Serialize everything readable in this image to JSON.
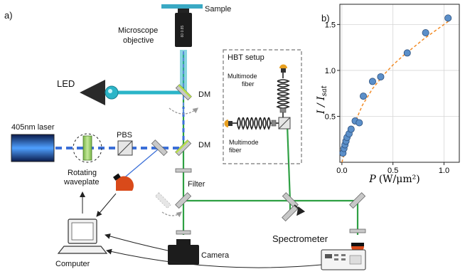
{
  "panels": {
    "a": "a)",
    "b": "b)"
  },
  "setup": {
    "sample": "Sample",
    "objective_line1": "Microscope",
    "objective_line2": "objective",
    "objective_marking": "60 0.85",
    "led": "LED",
    "dm_top": "DM",
    "dm_bottom": "DM",
    "laser": "405nm laser",
    "pbs": "PBS",
    "waveplate_line1": "Rotating",
    "waveplate_line2": "waveplate",
    "filter": "Filter",
    "camera": "Camera",
    "computer": "Computer",
    "spectrometer": "Spectrometer",
    "hbt_title": "HBT setup",
    "mmf_top_line1": "Multimode",
    "mmf_top_line2": "fiber",
    "mmf_left_line1": "Multimode",
    "mmf_left_line2": "fiber"
  },
  "colors": {
    "green_beam": "#2ea043",
    "cyan_beam": "#2bb5c8",
    "blue_beam": "#3a6fd8",
    "mirror_fill": "#c8c8c8",
    "dm_fill": "#b7e04a",
    "detector": "#d94a1a",
    "data_point": "#5b8fc9",
    "fit_line": "#f28c28"
  },
  "chart_data": {
    "type": "scatter",
    "x_label_italic": "P",
    "x_label_units": "(W/μm²)",
    "y_label": "I / I",
    "y_label_sub": "sat",
    "xlim": [
      -0.02,
      1.15
    ],
    "ylim": [
      0.0,
      1.72
    ],
    "x_ticks": [
      0.0,
      0.5,
      1.0
    ],
    "x_tick_labels": [
      "0.0",
      "0.5",
      "1.0"
    ],
    "y_ticks": [
      0.5,
      1.0,
      1.5
    ],
    "y_tick_labels": [
      "0.5",
      "1.0",
      "1.5"
    ],
    "grid": true,
    "points": [
      {
        "x": 0.01,
        "y": 0.1
      },
      {
        "x": 0.02,
        "y": 0.15
      },
      {
        "x": 0.03,
        "y": 0.19
      },
      {
        "x": 0.04,
        "y": 0.23
      },
      {
        "x": 0.05,
        "y": 0.27
      },
      {
        "x": 0.07,
        "y": 0.31
      },
      {
        "x": 0.09,
        "y": 0.36
      },
      {
        "x": 0.13,
        "y": 0.45
      },
      {
        "x": 0.17,
        "y": 0.43
      },
      {
        "x": 0.21,
        "y": 0.72
      },
      {
        "x": 0.3,
        "y": 0.88
      },
      {
        "x": 0.38,
        "y": 0.93
      },
      {
        "x": 0.64,
        "y": 1.19
      },
      {
        "x": 0.82,
        "y": 1.41
      },
      {
        "x": 1.04,
        "y": 1.57
      }
    ],
    "fit": [
      {
        "x": 0.0,
        "y": 0.0
      },
      {
        "x": 0.05,
        "y": 0.2
      },
      {
        "x": 0.1,
        "y": 0.36
      },
      {
        "x": 0.2,
        "y": 0.62
      },
      {
        "x": 0.3,
        "y": 0.8
      },
      {
        "x": 0.4,
        "y": 0.94
      },
      {
        "x": 0.5,
        "y": 1.06
      },
      {
        "x": 0.6,
        "y": 1.16
      },
      {
        "x": 0.7,
        "y": 1.25
      },
      {
        "x": 0.8,
        "y": 1.34
      },
      {
        "x": 0.9,
        "y": 1.42
      },
      {
        "x": 1.0,
        "y": 1.5
      },
      {
        "x": 1.05,
        "y": 1.54
      }
    ]
  }
}
